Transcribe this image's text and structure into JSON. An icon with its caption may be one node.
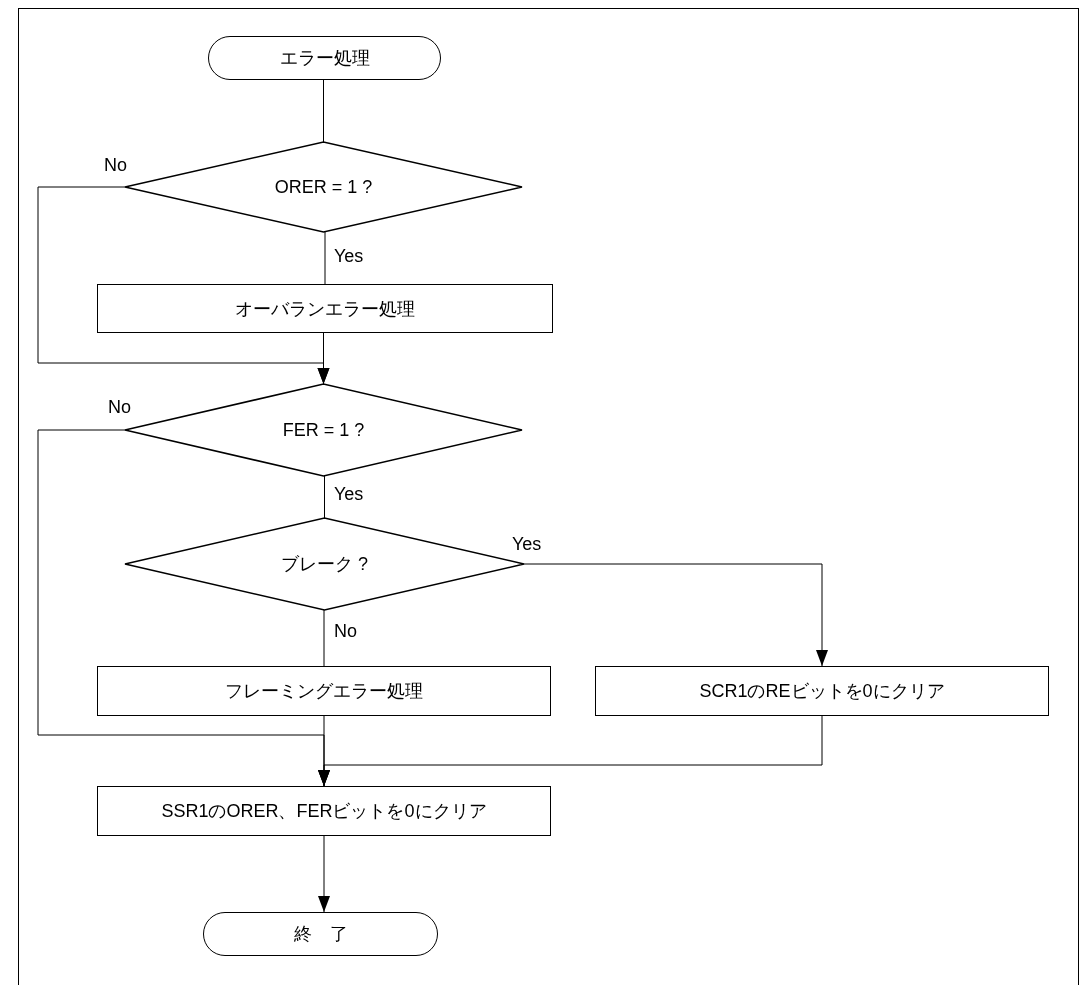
{
  "diagram": {
    "nodes": [
      {
        "text": [
          "エラー処理"
        ]
      },
      {
        "text": [
          "ORER = 1 ?"
        ]
      },
      {
        "text": [
          "オーバランエラー処理"
        ]
      },
      {
        "text": [
          "FER = 1 ?"
        ]
      },
      {
        "text": [
          "ブレーク ?"
        ]
      },
      {
        "text": [
          "フレーミングエラー処理"
        ]
      },
      {
        "text": [
          "SCR1のREビットを0にクリア"
        ]
      },
      {
        "text": [
          "SSR1のORER、FERビットを0にクリア"
        ]
      },
      {
        "text": [
          "終　了"
        ]
      }
    ],
    "edges": [
      {
        "from": 0,
        "to": 1,
        "arrow": "none"
      },
      {
        "from": 1,
        "to": 2,
        "arrow": "none",
        "label": "Yes"
      },
      {
        "from": 2,
        "to": 3,
        "arrow": "to"
      },
      {
        "from": 1,
        "to": 3,
        "arrow": "to",
        "label": "No"
      },
      {
        "from": 3,
        "to": 4,
        "arrow": "none",
        "label": "Yes"
      },
      {
        "from": 4,
        "to": 5,
        "arrow": "none",
        "label": "No"
      },
      {
        "from": 4,
        "to": 6,
        "arrow": "to",
        "label": "Yes"
      },
      {
        "from": 3,
        "to": 7,
        "arrow": "to",
        "label": "No"
      },
      {
        "from": 5,
        "to": 7,
        "arrow": "to"
      },
      {
        "from": 6,
        "to": 7,
        "arrow": "to"
      },
      {
        "from": 7,
        "to": 8,
        "arrow": "to"
      }
    ]
  }
}
